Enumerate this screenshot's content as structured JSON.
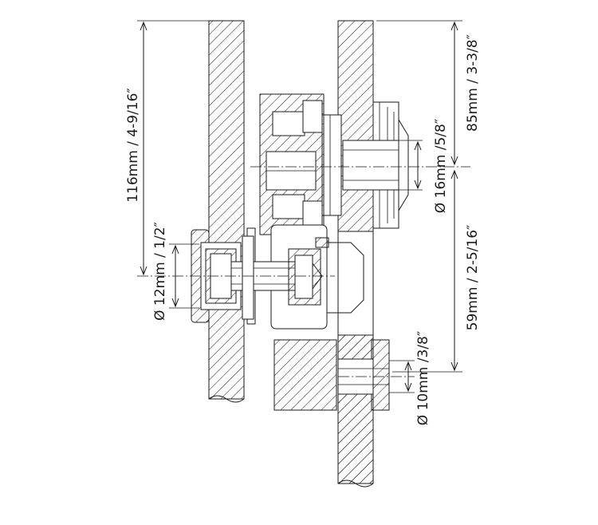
{
  "dimensions": {
    "total_height": "116mm / 4-9/16″",
    "upper_height": "85mm / 3-3/8″",
    "lower_height": "59mm / 2-5/16″",
    "spindle_large": "Ø 16mm /5/8″",
    "spindle_medium": "Ø 12mm / 1/2″",
    "spindle_small": "Ø 10mm /3/8″"
  },
  "colors": {
    "line": "#1a1a1a",
    "background": "#ffffff"
  }
}
